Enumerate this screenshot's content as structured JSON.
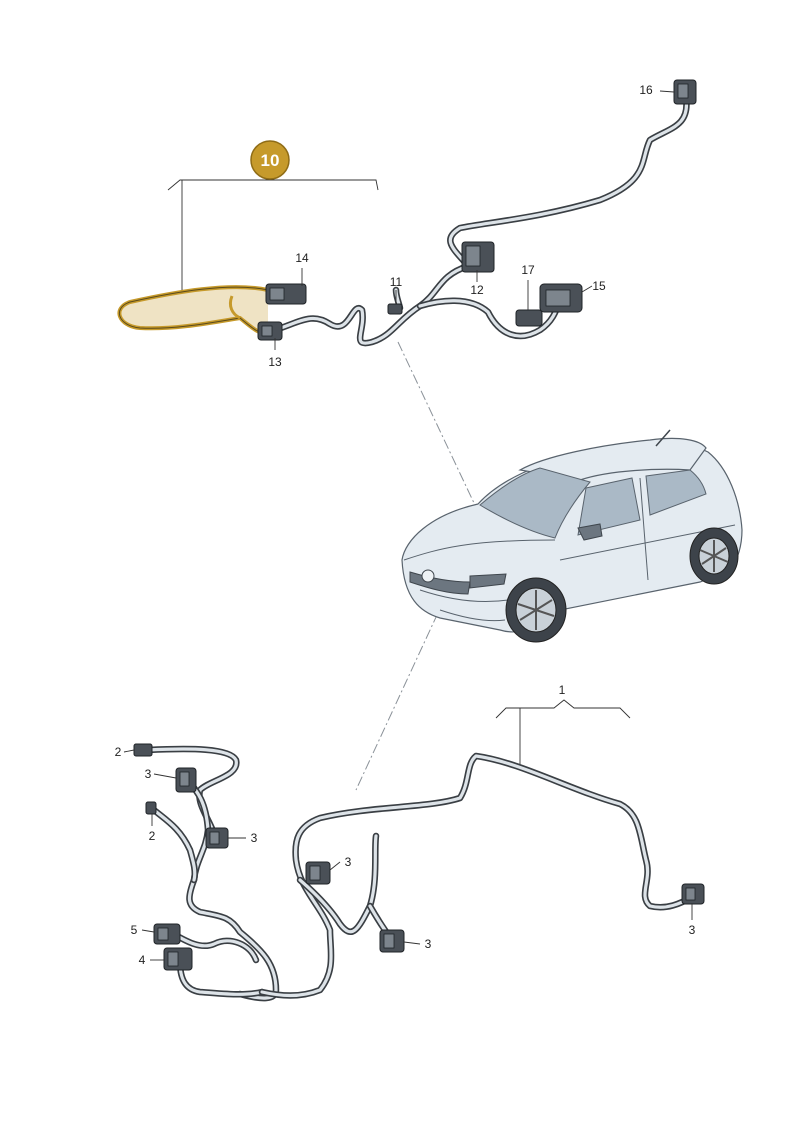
{
  "highlight_color": "#c69a2b",
  "badge": {
    "label": "10"
  },
  "callouts": {
    "c1": "1",
    "c2a": "2",
    "c2b": "2",
    "c3a": "3",
    "c3b": "3",
    "c3c": "3",
    "c3d": "3",
    "c3e": "3",
    "c4": "4",
    "c5": "5",
    "c11": "11",
    "c12": "12",
    "c13": "13",
    "c14": "14",
    "c15": "15",
    "c16": "16",
    "c17": "17"
  }
}
